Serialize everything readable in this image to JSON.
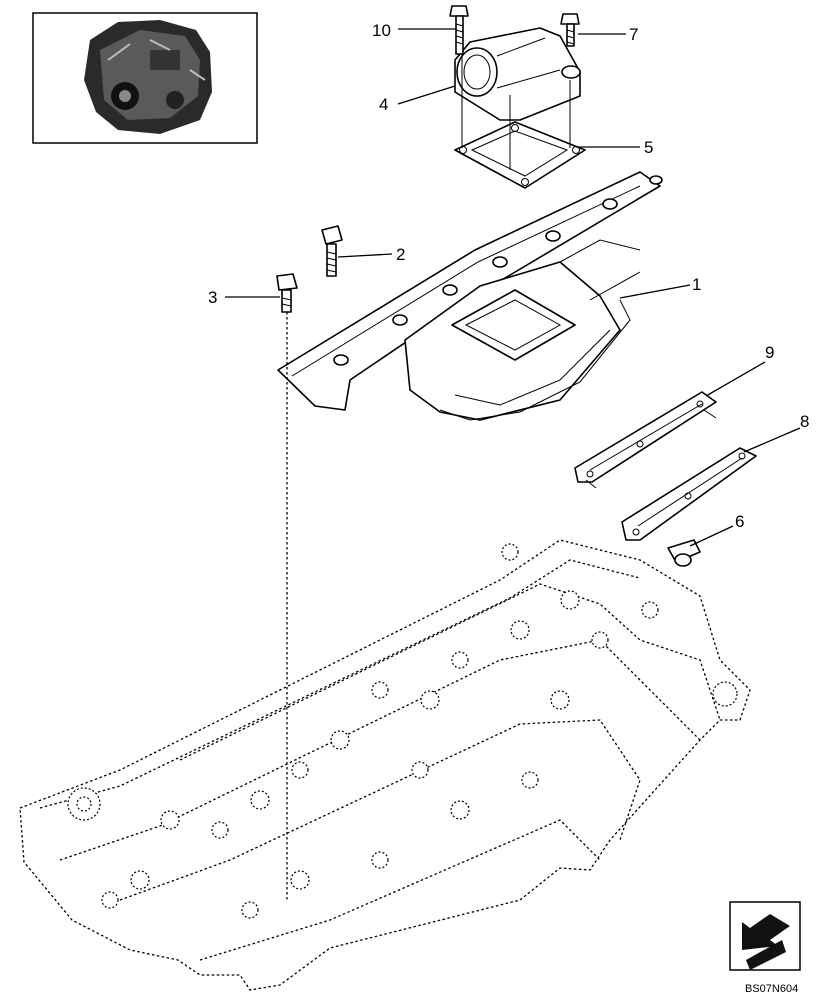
{
  "diagram": {
    "callouts": [
      {
        "id": "1",
        "label": "1"
      },
      {
        "id": "2",
        "label": "2"
      },
      {
        "id": "3",
        "label": "3"
      },
      {
        "id": "4",
        "label": "4"
      },
      {
        "id": "5",
        "label": "5"
      },
      {
        "id": "6",
        "label": "6"
      },
      {
        "id": "7",
        "label": "7"
      },
      {
        "id": "8",
        "label": "8"
      },
      {
        "id": "9",
        "label": "9"
      },
      {
        "id": "10",
        "label": "10"
      }
    ],
    "drawing_code": "BS07N604",
    "thumbnail_icon": "engine-icon",
    "nav_icon": "arrow-nav-icon"
  }
}
